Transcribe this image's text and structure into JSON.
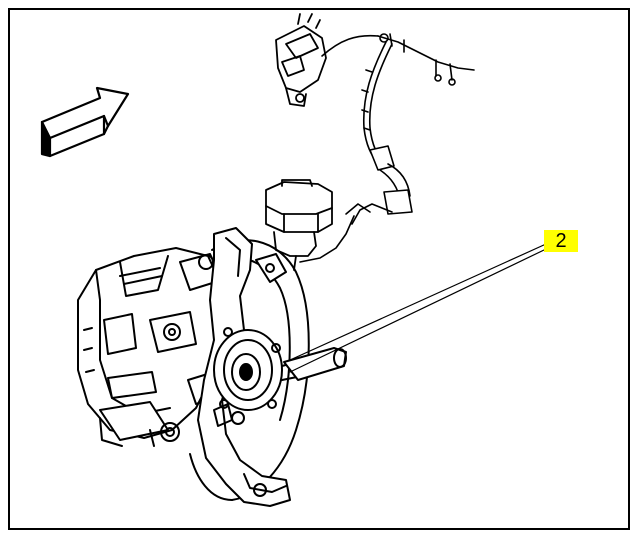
{
  "diagram": {
    "callouts": [
      {
        "id": "2",
        "label": "2",
        "highlight_color": "#ffff00"
      }
    ],
    "components": [
      "direction-arrow-icon",
      "wheel-speed-sensor",
      "sensor-harness",
      "electrical-connector",
      "brake-caliper",
      "steering-knuckle",
      "wheel-hub",
      "brake-rotor"
    ],
    "colors": {
      "line": "#000000",
      "background": "#ffffff",
      "callout": "#ffff00"
    }
  }
}
